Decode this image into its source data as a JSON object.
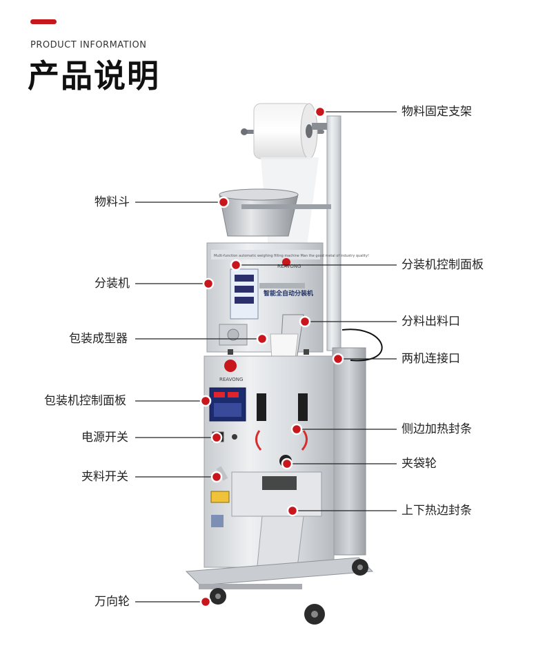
{
  "header": {
    "subtitle": "PRODUCT INFORMATION",
    "title": "产品说明"
  },
  "machine": {
    "upper_panel_text": "Multi-function automatic weighing filling machine    Man the good metal of industry quality!",
    "upper_panel_brand": "REAVONG",
    "upper_cn_caption": "智能全自动分装机",
    "lower_brand": "REAVONG"
  },
  "labels": {
    "material_bracket": "物料固定支架",
    "material_hopper": "物料斗",
    "dispenser": "分装机",
    "dispenser_panel": "分装机控制面板",
    "dispense_outlet": "分料出料口",
    "bag_former": "包装成型器",
    "machine_link": "两机连接口",
    "packer_panel": "包装机控制面板",
    "side_sealer": "侧边加热封条",
    "power_switch": "电源开关",
    "bag_roller": "夹袋轮",
    "clamp_switch": "夹料开关",
    "top_bottom_sealer": "上下热边封条",
    "caster": "万向轮"
  },
  "colors": {
    "accent": "#c8161d",
    "marker": "#c8161d",
    "leader": "#222222"
  }
}
